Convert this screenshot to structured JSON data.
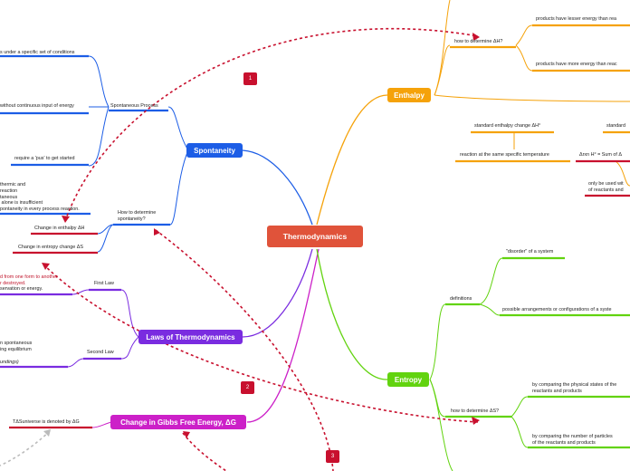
{
  "central": {
    "label": "Thermodynamics"
  },
  "main": {
    "spontaneity": "Spontaneity",
    "laws": "Laws of Thermodynamics",
    "gibbs": "Change in Gibbs Free Energy,  ΔG",
    "enthalpy": "Enthalpy",
    "entropy": "Entropy"
  },
  "spontaneity": {
    "process": "Spontaneous Process",
    "under_conditions": "s under a specific set of conditions",
    "without_energy": "without continuous input of energy",
    "push": "require a 'pus' to get started",
    "determine": "How to determine\nspontaneity?",
    "exo_note": "thermic and\nreaction\ntaneous\n alone is insufficient\npontaneity in every process reaction.",
    "enthalpy_change": "Change in enthalpy ΔH",
    "entropy_change": "Change in entropy change ΔS"
  },
  "laws": {
    "first": "First Law",
    "first_red": "d from one form to another\nr destroyed.",
    "first_note": "servation or energy.",
    "second": "Second Law",
    "second_note": "n spontaneous\ning equilibrium",
    "second_italic": "undings)"
  },
  "gibbs": {
    "tasuniverse": "TΔSuniverse is denoted by ΔG"
  },
  "enthalpy": {
    "determine": "how to determine ΔH?",
    "lesser": "products have lesser energy than rea",
    "more": "products have more energy than reac",
    "standard_change": "standard enthalpy change ΔH°",
    "standard2": "standard",
    "same_temp": "reaction at the same specific temperature",
    "sum": "Δrxn H° = Sum of Δ",
    "only_used": "only be used wit\nof reactants and"
  },
  "entropy": {
    "definitions": "definitions",
    "disorder": "\"disorder\" of a system",
    "arrangements": "possible arrangements or configurations of a syste",
    "determine": "how to determine ΔS?",
    "physical": "by comparing the physical states of the\nreactants and products",
    "particles": "by comparing the number of particles\nof the reactants and products"
  },
  "badges": [
    "1",
    "2",
    "3"
  ],
  "colors": {
    "central": "#e0533a",
    "spontaneity": "#1c5de6",
    "laws": "#7a2ce0",
    "gibbs": "#cc20c8",
    "enthalpy": "#f5a20a",
    "entropy": "#62d30f",
    "relation": "#c8102e"
  }
}
